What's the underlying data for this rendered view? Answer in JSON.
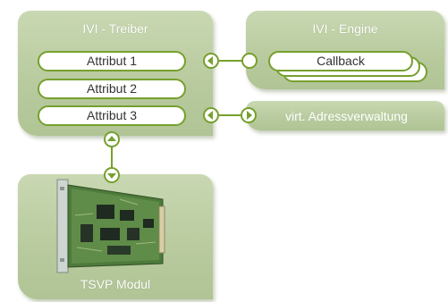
{
  "treiber": {
    "title": "IVI - Treiber",
    "attributes": [
      "Attribut 1",
      "Attribut 2",
      "Attribut 3"
    ]
  },
  "engine": {
    "title": "IVI - Engine",
    "callback": "Callback"
  },
  "virt": {
    "label": "virt. Adressverwaltung"
  },
  "tsvp": {
    "title": "TSVP Modul"
  },
  "colors": {
    "panel": "#bccd a2",
    "accent": "#76a02e",
    "pill_bg": "#ffffff",
    "label": "#ffffff"
  },
  "icons": {
    "left_arrow": "arrow-left-icon",
    "right_arrow": "arrow-right-icon",
    "up_arrow": "arrow-up-icon",
    "down_arrow": "arrow-down-icon"
  }
}
